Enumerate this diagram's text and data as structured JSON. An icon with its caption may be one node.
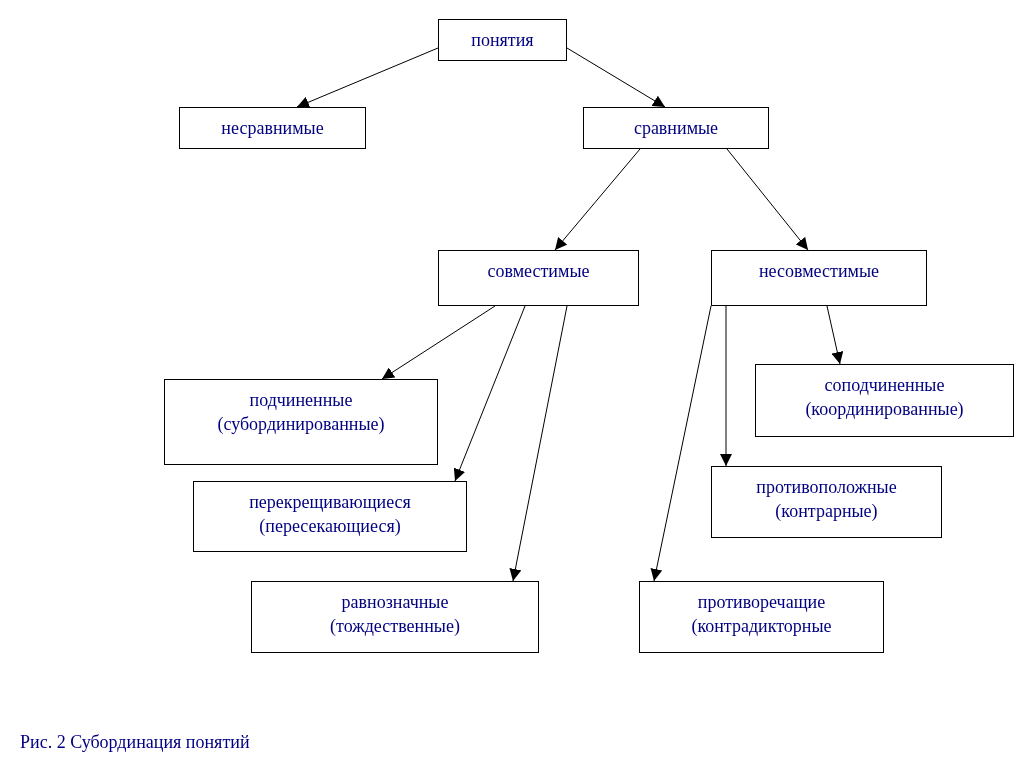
{
  "diagram": {
    "caption": "Рис. 2 Субординация понятий",
    "nodes": [
      {
        "text": [
          "понятия"
        ]
      },
      {
        "text": [
          "несравнимые"
        ]
      },
      {
        "text": [
          "сравнимые"
        ]
      },
      {
        "text": [
          "совместимые"
        ]
      },
      {
        "text": [
          "несовместимые"
        ]
      },
      {
        "text": [
          "подчиненные (субординированные)"
        ]
      },
      {
        "text": [
          "перекрещивающиеся (пересекающиеся)"
        ]
      },
      {
        "text": [
          "равнозначные (тождественные)"
        ]
      },
      {
        "text": [
          "соподчиненные (координированные)"
        ]
      },
      {
        "text": [
          "противоположные (контрарные)"
        ]
      },
      {
        "text": [
          "противоречащие (контрадикторные"
        ]
      }
    ],
    "edges": [
      {
        "from": 0,
        "to": 1,
        "arrow": "to"
      },
      {
        "from": 0,
        "to": 2,
        "arrow": "to"
      },
      {
        "from": 2,
        "to": 3,
        "arrow": "to"
      },
      {
        "from": 2,
        "to": 4,
        "arrow": "to"
      },
      {
        "from": 3,
        "to": 5,
        "arrow": "to"
      },
      {
        "from": 3,
        "to": 6,
        "arrow": "to"
      },
      {
        "from": 3,
        "to": 7,
        "arrow": "to"
      },
      {
        "from": 4,
        "to": 10,
        "arrow": "to"
      },
      {
        "from": 4,
        "to": 9,
        "arrow": "to"
      },
      {
        "from": 4,
        "to": 8,
        "arrow": "to"
      }
    ]
  }
}
